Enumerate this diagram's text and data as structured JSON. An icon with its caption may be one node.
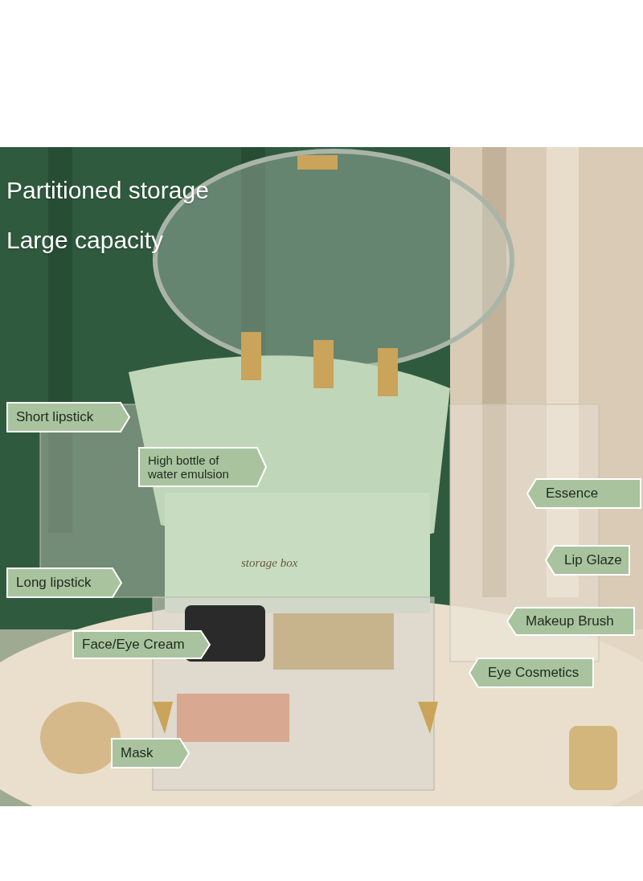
{
  "diagram": {
    "nodes": [
      {
        "text": [
          "Short lipstick"
        ]
      },
      {
        "text": [
          "High bottle of water emulsion"
        ]
      },
      {
        "text": [
          "Essence"
        ]
      },
      {
        "text": [
          "Lip Glaze"
        ]
      },
      {
        "text": [
          "Long lipstick"
        ]
      },
      {
        "text": [
          "Makeup Brush"
        ]
      },
      {
        "text": [
          "Face/Eye Cream"
        ]
      },
      {
        "text": [
          "Eye Cosmetics"
        ]
      },
      {
        "text": [
          "Mask"
        ]
      }
    ],
    "labels": [
      "Partitioned storage",
      "Large capacity",
      "storage box"
    ]
  }
}
